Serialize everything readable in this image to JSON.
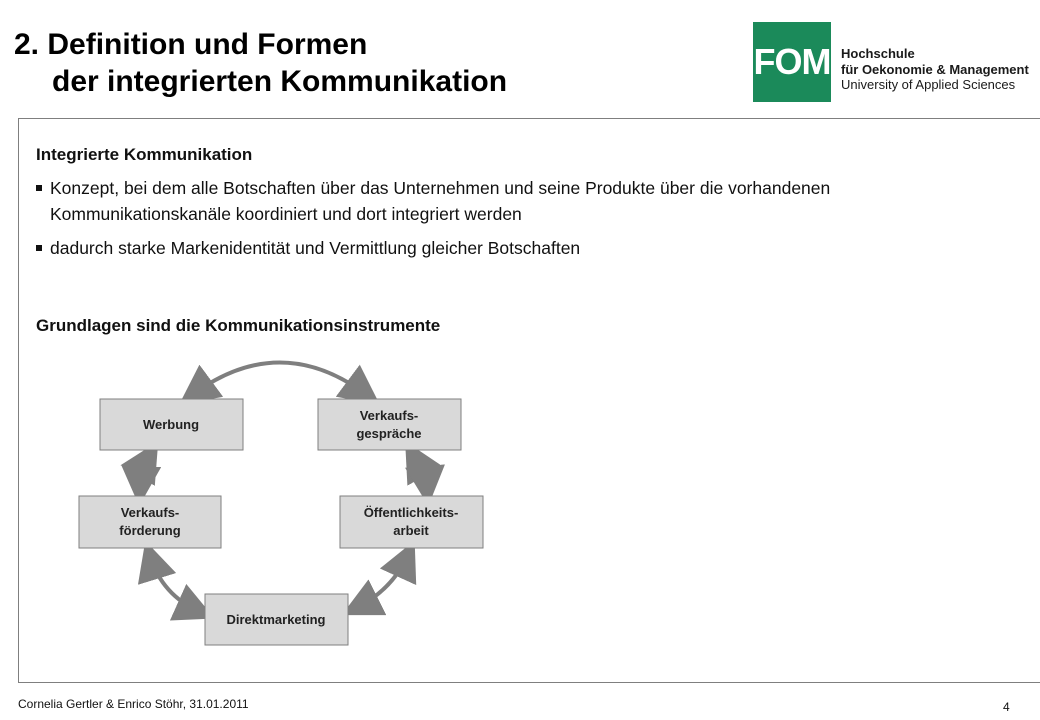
{
  "header": {
    "title_line1": "2. Definition und Formen",
    "title_line2": "der integrierten Kommunikation"
  },
  "logo": {
    "mark": "FOM",
    "line1": "Hochschule",
    "line2": "für Oekonomie & Management",
    "line3": "University of Applied Sciences",
    "color": "#1b8a5a"
  },
  "content": {
    "heading1": "Integrierte Kommunikation",
    "bullets": [
      "Konzept, bei dem alle Botschaften über das Unternehmen und seine Produkte über die vorhandenen Kommunikationskanäle koordiniert und dort integriert werden",
      "dadurch starke Markenidentität und Vermittlung gleicher Botschaften"
    ],
    "heading2": "Grundlagen sind die Kommunikationsinstrumente"
  },
  "diagram": {
    "box_fill": "#d9d9d9",
    "arrow_color": "#7f7f7f",
    "nodes": [
      {
        "id": "werbung",
        "lines": [
          "Werbung"
        ]
      },
      {
        "id": "verkaufsgespraeche",
        "lines": [
          "Verkaufs-",
          "gespräche"
        ]
      },
      {
        "id": "verkaufsfoerderung",
        "lines": [
          "Verkaufs-",
          "förderung"
        ]
      },
      {
        "id": "oeffentlichkeitsarbeit",
        "lines": [
          "Öffentlichkeits-",
          "arbeit"
        ]
      },
      {
        "id": "direktmarketing",
        "lines": [
          "Direktmarketing"
        ]
      }
    ]
  },
  "footer": {
    "authors": "Cornelia Gertler & Enrico Stöhr, 31.01.2011",
    "page": "4"
  }
}
